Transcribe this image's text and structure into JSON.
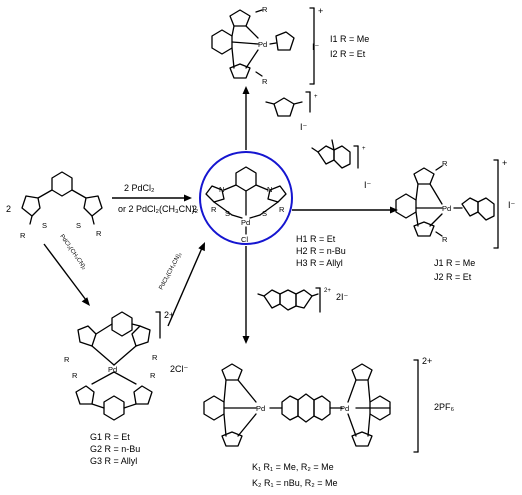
{
  "center": {
    "pd": "Pd",
    "cl": "Cl",
    "s": "S",
    "n": "N",
    "r": "R",
    "labels": [
      "H1 R = Et",
      "H2 R = n-Bu",
      "H3 R = Allyl"
    ]
  },
  "left": {
    "coef": "2",
    "arrow_top": "2 PdCl₂",
    "arrow_bottom": "or 2 PdCl₂(CH₃CN)₂",
    "product_coef": "2",
    "diag_label": "PdCl₂(CH₃CN)₂"
  },
  "up": {
    "charge": "+",
    "counter": "I⁻",
    "labels": [
      "I1 R = Me",
      "I2 R = Et"
    ],
    "reagent_charge": "+",
    "reagent_counter": "I⁻"
  },
  "right": {
    "charge": "+",
    "counter": "I⁻",
    "labels": [
      "J1 R = Me",
      "J2 R = Et"
    ],
    "reagent_charge": "+",
    "reagent_counter": "I⁻"
  },
  "down": {
    "charge": "2+",
    "counter": "2PF₆",
    "labels": [
      "K₁ R₁ = Me, R₂ = Me",
      "K₂ R₁ = nBu, R₂ = Me"
    ],
    "reagent_charge": "2+",
    "reagent_counter": "2I⁻"
  },
  "lower_left": {
    "charge": "2+",
    "counter": "2Cl⁻",
    "labels": [
      "G1 R = Et",
      "G2 R = n-Bu",
      "G3 R = Allyl"
    ],
    "back_label": "PdCl₂(CH₃CN)₂"
  },
  "colors": {
    "circle": "#1515d0",
    "ink": "#000000"
  }
}
